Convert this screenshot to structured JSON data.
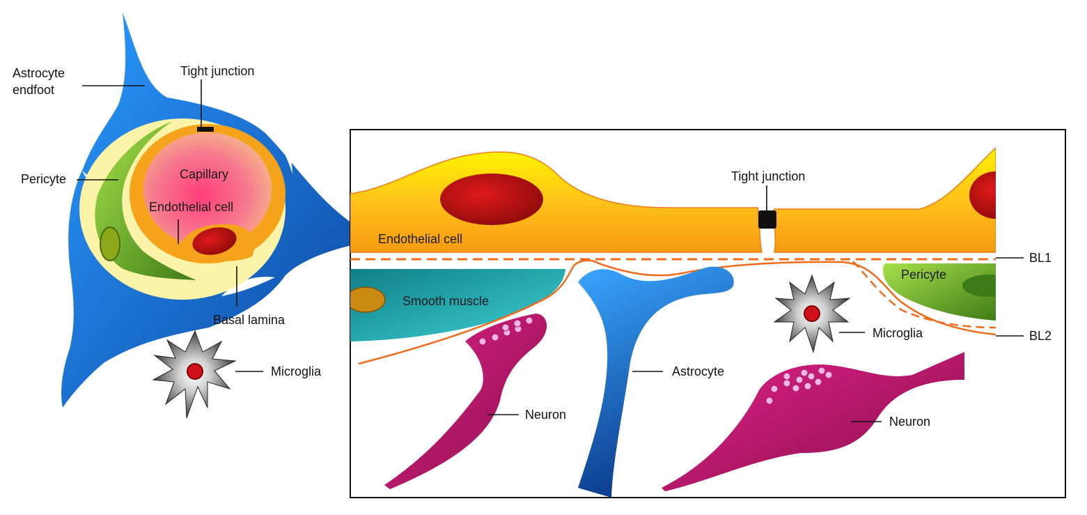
{
  "labels": {
    "astrocyte_endfoot_1": "Astrocyte",
    "astrocyte_endfoot_2": "endfoot",
    "tight_junction_left": "Tight junction",
    "pericyte_left": "Pericyte",
    "capillary": "Capillary",
    "endothelial_left": "Endothelial cell",
    "basal_lamina": "Basal lamina",
    "microglia_left": "Microglia",
    "tight_junction_right": "Tight junction",
    "endothelial_right": "Endothelial cell",
    "bl1": "BL1",
    "bl2": "BL2",
    "pericyte_right": "Pericyte",
    "smooth_muscle": "Smooth muscle",
    "microglia_right": "Microglia",
    "astrocyte": "Astrocyte",
    "neuron_left": "Neuron",
    "neuron_right": "Neuron"
  },
  "colors": {
    "astrocyte": "#1f7fd6",
    "astrocyte_dark": "#0b3f8c",
    "basal_lamina": "#fbf3a8",
    "pericyte": "#7fc63a",
    "pericyte_dark": "#3d7a18",
    "endothelium": "#f6a31c",
    "capillary_lumen": "#f26a8a",
    "nucleus": "#c4141a",
    "smooth_muscle": "#1aa3a8",
    "neuron": "#c2186b",
    "neuron_vesicle": "#f0b8e0",
    "membrane_line": "#f06a1a",
    "tight_junction": "#111111"
  }
}
